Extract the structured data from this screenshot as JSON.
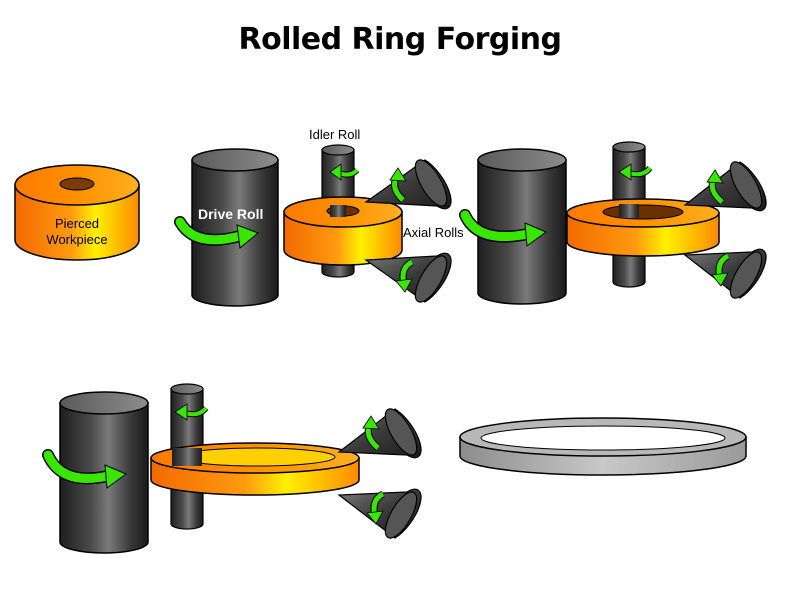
{
  "title": "Rolled Ring Forging",
  "labels": {
    "workpiece_line1": "Pierced",
    "workpiece_line2": "Workpiece",
    "drive_roll": "Drive Roll",
    "idler_roll": "Idler Roll",
    "axial_rolls": "Axial Rolls"
  },
  "colors": {
    "ring_orange": "#f57a0a",
    "ring_yellow": "#fff200",
    "roll_dark": "#2a2a2a",
    "roll_light": "#8a8a8a",
    "arrow_green": "#39e600",
    "finished_ring_grey": "#a8a8a8"
  },
  "stages": [
    "pierced-workpiece",
    "stage-1",
    "stage-2",
    "stage-3",
    "finished-ring"
  ],
  "icons": [
    "curved-arrow-icon"
  ]
}
